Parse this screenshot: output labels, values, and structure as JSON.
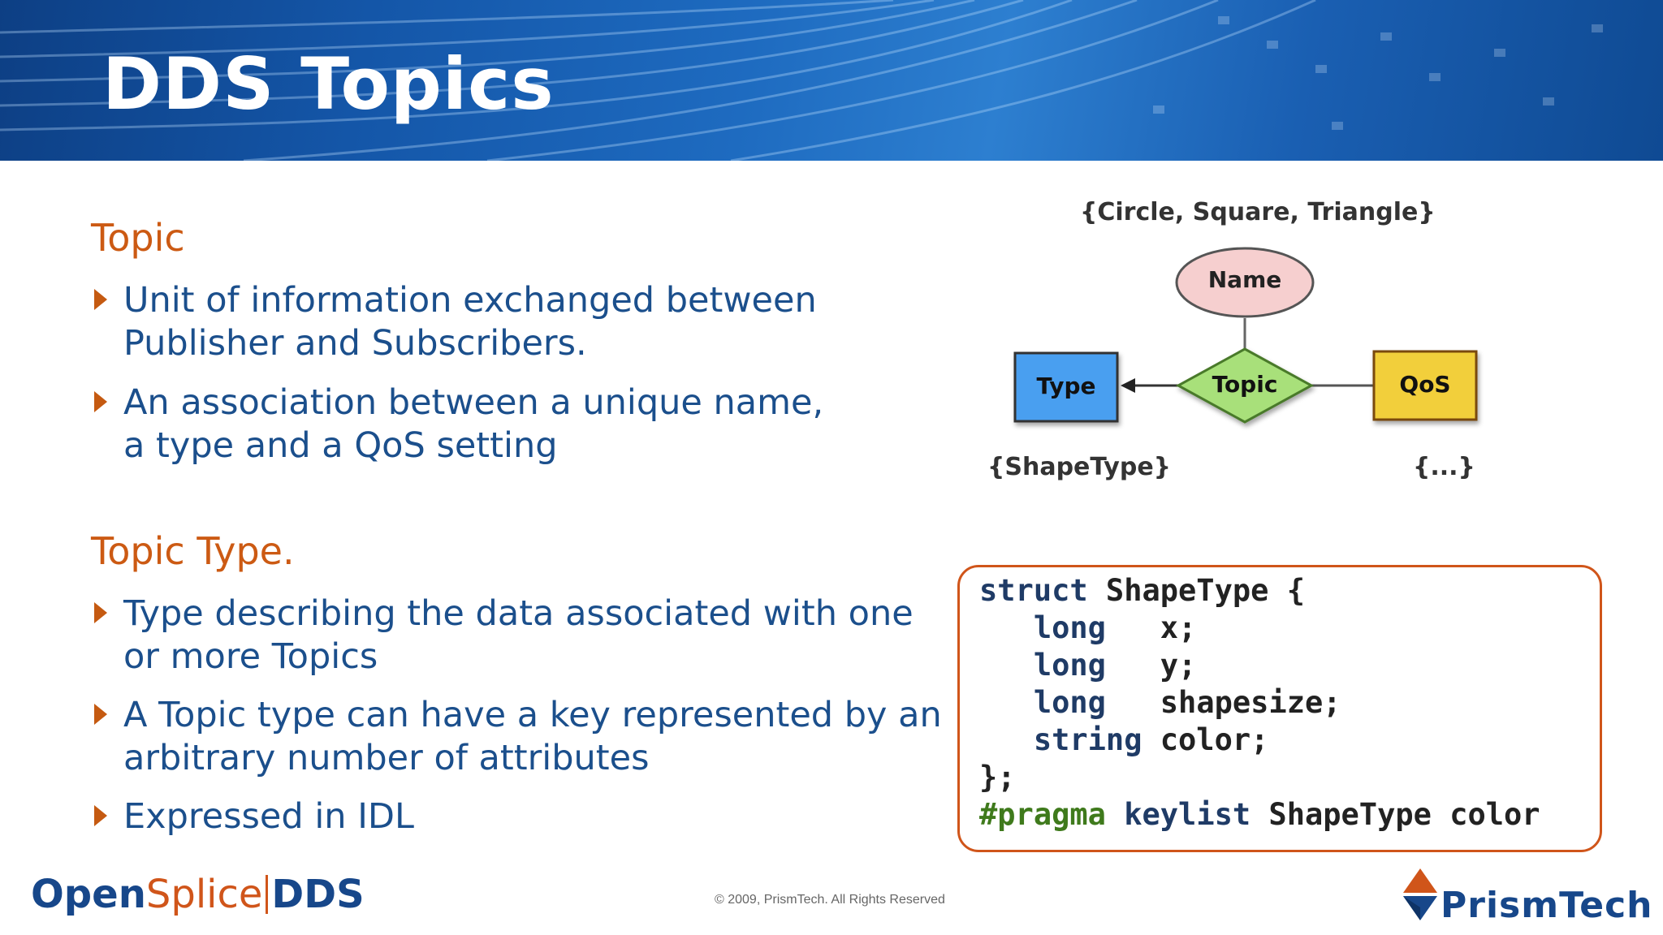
{
  "slide": {
    "title": "DDS Topics"
  },
  "left": {
    "section1": {
      "title": "Topic",
      "bullets": [
        "Unit of information exchanged between Publisher and Subscribers.",
        "An association between a unique name, a type and a QoS setting"
      ]
    },
    "section2": {
      "title": "Topic Type.",
      "bullets": [
        "Type describing the data associated with one or more Topics",
        "A Topic type can have a key represented by an arbitrary number of attributes",
        "Expressed in IDL"
      ]
    }
  },
  "diagram": {
    "name_values": "{Circle, Square, Triangle}",
    "name_node": "Name",
    "type_node": "Type",
    "topic_node": "Topic",
    "qos_node": "QoS",
    "type_values": "{ShapeType}",
    "qos_values": "{...}",
    "colors": {
      "name": "#f6cfcf",
      "type": "#4a9ff0",
      "topic": "#a8e07a",
      "qos": "#f2cf3a"
    }
  },
  "code": {
    "lines": [
      {
        "kw": "struct",
        "rest": " ShapeType {"
      },
      {
        "kw": "   long",
        "rest": "   x;"
      },
      {
        "kw": "   long",
        "rest": "   y;"
      },
      {
        "kw": "   long",
        "rest": "   shapesize;"
      },
      {
        "kw": "   string",
        "rest": " color;"
      },
      {
        "kw": "",
        "rest": "};"
      }
    ],
    "pragma": "#pragma",
    "pragma_kw": "keylist",
    "pragma_rest": " ShapeType color"
  },
  "footer": {
    "logo_open": "Open",
    "logo_splice": "Splice",
    "logo_dds": "DDS",
    "copyright": "© 2009, PrismTech. All Rights Reserved",
    "prismtech": "PrismTech"
  }
}
